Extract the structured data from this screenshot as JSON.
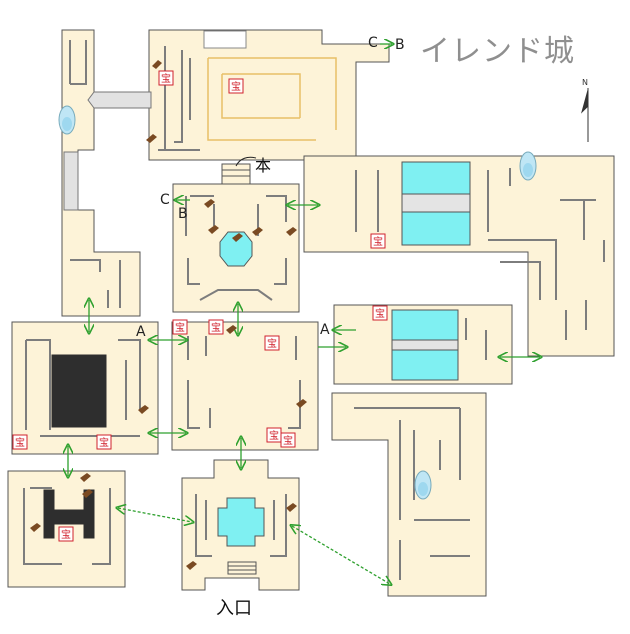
{
  "map": {
    "title": "イレンド城",
    "north_label": "N",
    "entrance_label": "入口",
    "book_label": "本",
    "treasure_glyph": "宝",
    "link_labels": {
      "a": "A",
      "b": "B",
      "c": "C"
    },
    "colors": {
      "floor": "#fdf3d8",
      "wall": "#7d7d7d",
      "water": "#7ff0f2",
      "pit": "#2e2e2e",
      "arrow": "#2ea02e",
      "treasure": "#d0202b",
      "inner_line": "#e8c067"
    },
    "legend_icons": [
      "treasure-icon",
      "stairs-icon",
      "warp-crystal-icon",
      "two-way-arrow",
      "dotted-link-arrow"
    ]
  }
}
